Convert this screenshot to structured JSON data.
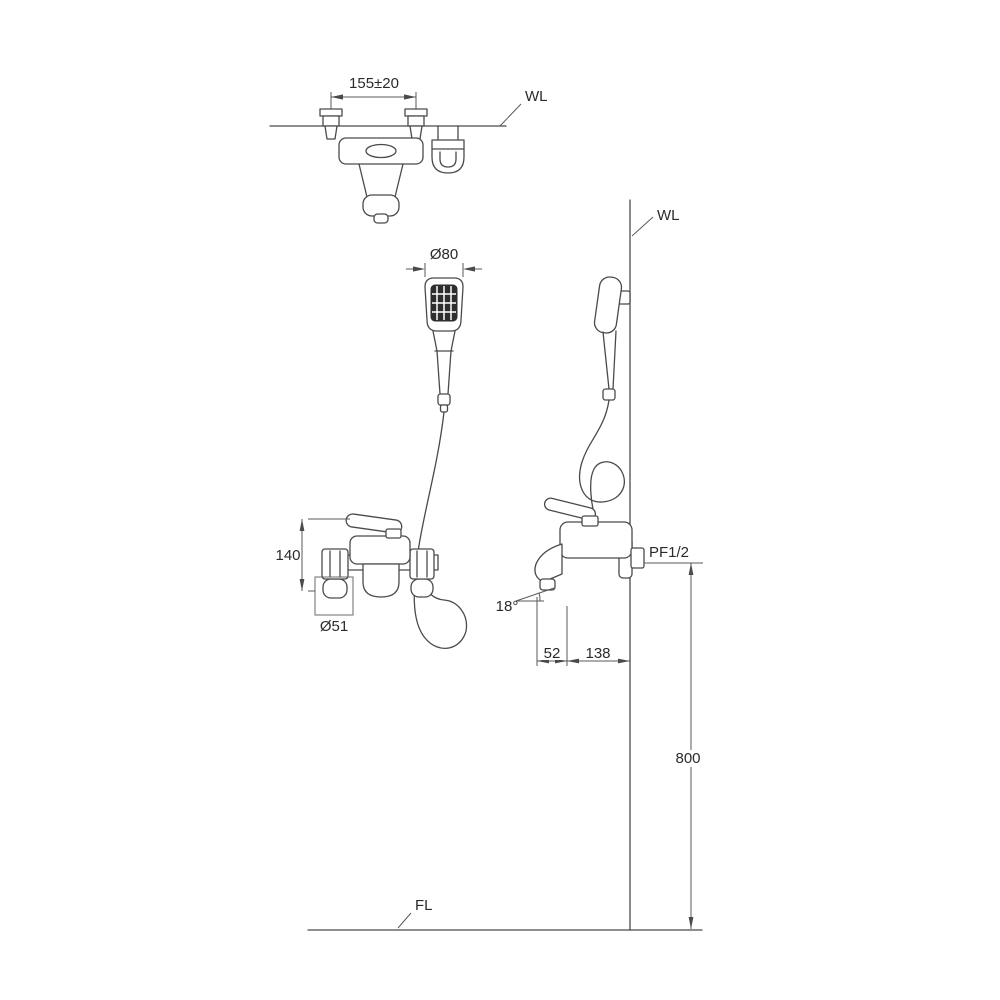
{
  "colors": {
    "background": "#ffffff",
    "line": "#4a4a4a",
    "text": "#2a2a2a",
    "spray_face": "#2e2e2e"
  },
  "labels": {
    "top_view": {
      "width_dim": "155±20",
      "wall_line": "WL"
    },
    "hand_shower": {
      "head_diameter": "Ø80"
    },
    "front_view": {
      "height_dim": "140",
      "flange_diameter": "Ø51"
    },
    "side_view": {
      "wall_line": "WL",
      "connection_thread": "PF1/2",
      "spout_angle": "18°",
      "spout_tip_dim": "52",
      "spout_reach_dim": "138",
      "mount_height_dim": "800",
      "floor_line": "FL"
    }
  }
}
